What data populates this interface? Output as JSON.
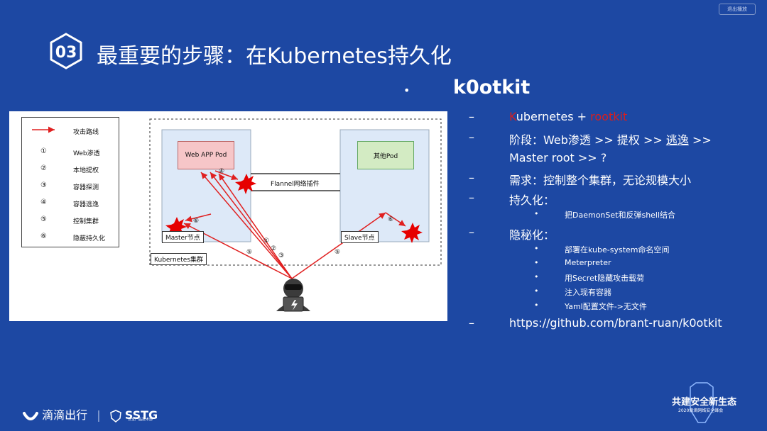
{
  "top_button": "退出播放",
  "section_number": "03",
  "title": "最重要的步骤：在Kubernetes持久化",
  "heading_bullet": "•",
  "heading": "k0otkit",
  "bullets": {
    "b1_k": "K",
    "b1_ubernetes": "ubernetes + ",
    "b1_rootkit": "rootkit",
    "b2_pre": "阶段：Web渗透 >> 提权 >> ",
    "b2_escape": "逃逸",
    "b2_post": " >>",
    "b2_line2": "Master root >> ?",
    "b3": "需求：控制整个集群，无论规模大小",
    "b4": "持久化：",
    "b4_sub": [
      "把DaemonSet和反弹shell结合"
    ],
    "b5": "隐秘化：",
    "b5_sub": [
      "部署在kube-system命名空间",
      "Meterpreter",
      "用Secret隐藏攻击载荷",
      "注入现有容器",
      "Yaml配置文件->无文件"
    ],
    "b6": "https://github.com/brant-ruan/k0otkit"
  },
  "dash": "–",
  "subdot": "•",
  "diagram": {
    "legend": [
      {
        "n": "",
        "t": "攻击路线"
      },
      {
        "n": "①",
        "t": "Web渗透"
      },
      {
        "n": "②",
        "t": "本地提权"
      },
      {
        "n": "③",
        "t": "容器探测"
      },
      {
        "n": "④",
        "t": "容器逃逸"
      },
      {
        "n": "⑤",
        "t": "控制集群"
      },
      {
        "n": "⑥",
        "t": "隐蔽持久化"
      }
    ],
    "web_pod": "Web APP Pod",
    "other_pod": "其他Pod",
    "flannel": "Flannel网络插件",
    "master": "Master节点",
    "slave": "Slave节点",
    "cluster": "Kubernetes集群",
    "marks": {
      "m4": "④",
      "m6a": "⑥",
      "m6b": "⑥",
      "m1": "①",
      "m2": "②",
      "m3": "③",
      "m5a": "⑤",
      "m5b": "⑤"
    }
  },
  "footer": {
    "didi": "滴滴出行",
    "sstg": "SSTG",
    "sstg_sub": "安全产品技术部"
  },
  "event": {
    "line1": "共建安全新生态",
    "line2": "2020滴滴网络安全峰会"
  },
  "colors": {
    "background": "#1d48a3",
    "accent_red": "#d81e1e",
    "pod_pink": "#f6c6c8",
    "pod_green": "#d3ebc3",
    "node_blue": "#dde9f8"
  }
}
